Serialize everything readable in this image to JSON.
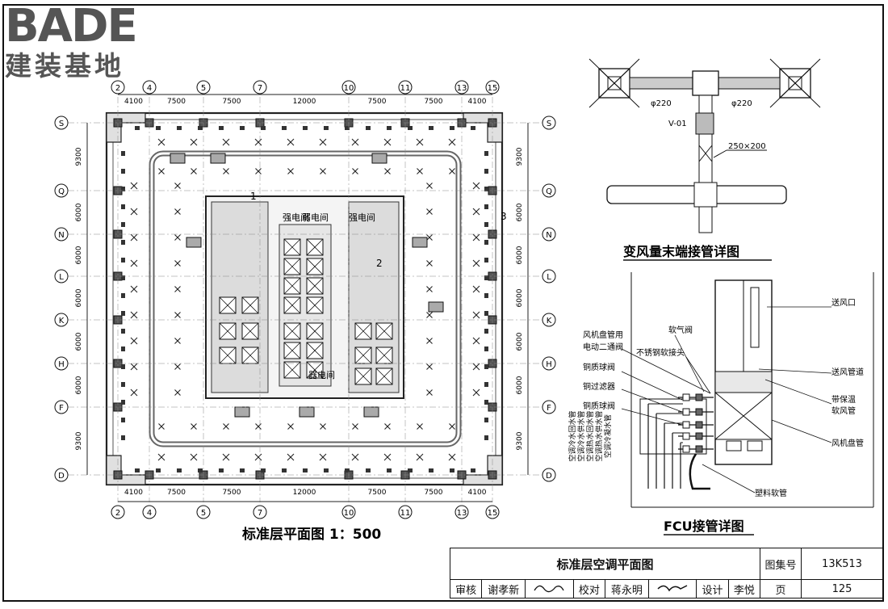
{
  "logo": {
    "brand": "BADE",
    "subtitle": "建装基地"
  },
  "plan": {
    "title": "标准层平面图 1：500",
    "axes_top": [
      "2",
      "4",
      "5",
      "7",
      "10",
      "11",
      "13",
      "15"
    ],
    "dims_top": [
      "4100",
      "7500",
      "7500",
      "12000",
      "7500",
      "7500",
      "4100"
    ],
    "axes_side": [
      "S",
      "Q",
      "N",
      "L",
      "K",
      "H",
      "F",
      "D"
    ],
    "dims_side": [
      "9300",
      "6000",
      "6000",
      "6000",
      "6000",
      "6000",
      "9300"
    ],
    "rooms": {
      "elec_room": "强电间",
      "weak_room": "弱电间",
      "elec_room2": "强电间",
      "elevator_room": "器电间"
    },
    "callouts": [
      "1",
      "2",
      "3"
    ]
  },
  "vav_detail": {
    "title": "变风量末端接管详图",
    "dia_left": "φ220",
    "dia_right": "φ220",
    "valve": "V-01",
    "duct": "250×200"
  },
  "fcu_detail": {
    "title": "FCU接管详图",
    "labels_left": [
      "风机盘管用",
      "电动二通阀",
      "铜质球阀",
      "铜过滤器",
      "铜质球阀"
    ],
    "label_soft": "软气阀",
    "label_joint": "不锈钢软接头",
    "labels_right": [
      "送风口",
      "送风管道",
      "带保温",
      "软风管",
      "风机盘管"
    ],
    "label_bottom": "塑料软管",
    "pipes": [
      "空调冷水回水管",
      "空调冷水供水管",
      "空调热水回水管",
      "空调热水供水管",
      "空调冷凝水管"
    ]
  },
  "title_block": {
    "drawing_title": "标准层空调平面图",
    "atlas_label": "图集号",
    "atlas_no": "13K513",
    "review_label": "审核",
    "reviewer": "谢孝新",
    "check_label": "校对",
    "checker": "蒋永明",
    "design_label": "设计",
    "designer": "李悦",
    "page_label": "页",
    "page_no": "125"
  }
}
